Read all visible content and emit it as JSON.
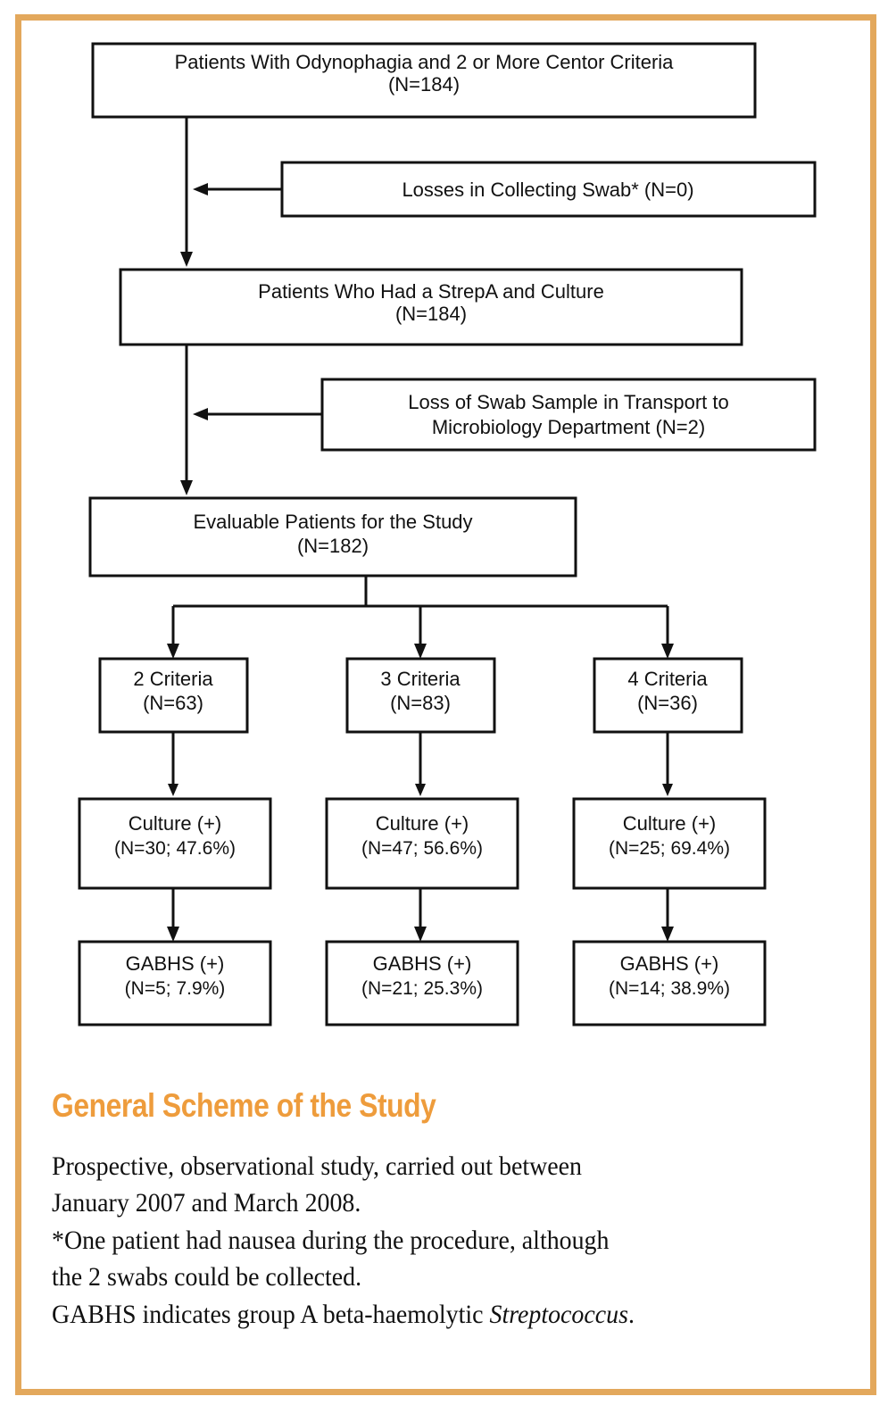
{
  "frame": {
    "border_color": "#e3a85c"
  },
  "flowchart": {
    "type": "flowchart",
    "nodes": {
      "enrolled": {
        "line1": "Patients With Odynophagia and 2 or More Centor Criteria",
        "line2": "(N=184)"
      },
      "loss_swab": {
        "line1": "Losses in Collecting Swab*  (N=0)",
        "line2": ""
      },
      "tested": {
        "line1": "Patients Who Had a StrepA and Culture",
        "line2": "(N=184)"
      },
      "loss_transport": {
        "line1": "Loss of Swab Sample in Transport to",
        "line2": "Microbiology Department (N=2)"
      },
      "evaluable": {
        "line1": "Evaluable Patients for the Study",
        "line2": "(N=182)"
      },
      "criteria2": {
        "line1": "2 Criteria",
        "line2": "(N=63)"
      },
      "criteria3": {
        "line1": "3 Criteria",
        "line2": "(N=83)"
      },
      "criteria4": {
        "line1": "4 Criteria",
        "line2": "(N=36)"
      },
      "culture2": {
        "line1": "Culture (+)",
        "line2": "(N=30; 47.6%)"
      },
      "culture3": {
        "line1": "Culture (+)",
        "line2": "(N=47; 56.6%)"
      },
      "culture4": {
        "line1": "Culture (+)",
        "line2": "(N=25; 69.4%)"
      },
      "gabhs2": {
        "line1": "GABHS (+)",
        "line2": "(N=5; 7.9%)"
      },
      "gabhs3": {
        "line1": "GABHS (+)",
        "line2": "(N=21; 25.3%)"
      },
      "gabhs4": {
        "line1": "GABHS (+)",
        "line2": "(N=14; 38.9%)"
      }
    },
    "values": {
      "enrolled_n": 184,
      "tested_n": 184,
      "losses_collecting_swab_n": 0,
      "loss_in_transport_n": 2,
      "evaluable_n": 182,
      "criteria_counts": [
        63,
        83,
        36
      ],
      "culture_positive": [
        30,
        47,
        25
      ],
      "culture_positive_pct": [
        47.6,
        56.6,
        69.4
      ],
      "gabhs_positive": [
        5,
        21,
        14
      ],
      "gabhs_positive_pct": [
        7.9,
        25.3,
        38.9
      ]
    }
  },
  "caption": {
    "heading": "General Scheme of the Study",
    "heading_color": "#ee9c3c",
    "line1": "Prospective, observational study, carried out between",
    "line2": "January 2007 and March 2008.",
    "line3": "*One patient had nausea during the procedure, although",
    "line4": "the 2 swabs could be collected.",
    "line5_prefix": "GABHS indicates group A beta-haemolytic ",
    "line5_italic": "Streptococcus",
    "line5_suffix": "."
  }
}
